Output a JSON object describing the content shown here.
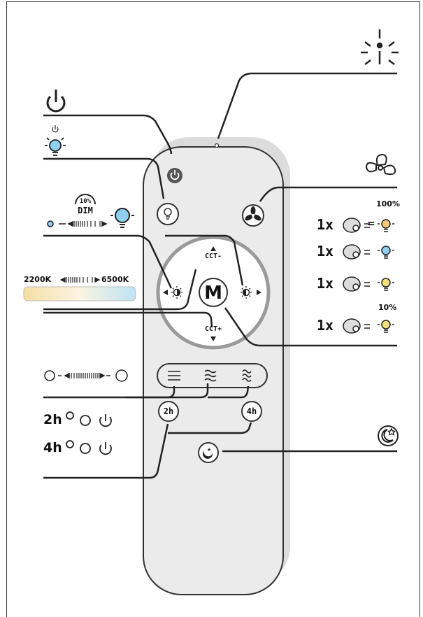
{
  "diagram": {
    "remote": {
      "center_button": "M",
      "cct_minus": "CCT-",
      "cct_plus": "CCT+",
      "timer_2h": "2h",
      "timer_4h": "4h"
    },
    "legend": {
      "dim_percent": "10%",
      "dim_label": "DIM",
      "color_temp_min": "2200K",
      "color_temp_max": "6500K",
      "timer_2h_label": "2h",
      "timer_4h_label": "4h",
      "cycle_rows": [
        {
          "count": "1x",
          "level": "100%"
        },
        {
          "count": "1x",
          "level": ""
        },
        {
          "count": "1x",
          "level": ""
        },
        {
          "count": "1x",
          "level": "10%"
        }
      ]
    },
    "icons": [
      "power-icon",
      "bulb-icon",
      "fan-icon",
      "moon-star-icon",
      "indicator-light-icon",
      "hand-press-icon",
      "sun-dim-icon",
      "sun-bright-icon",
      "wind-speed-icon"
    ],
    "colors": {
      "remote_body": "#ebebeb",
      "remote_shadow": "#dcdcdc",
      "line": "#222222",
      "warm_light": "#f7c77e",
      "cool_light": "#8fd0f2",
      "neutral_light": "#f4e27a"
    }
  }
}
